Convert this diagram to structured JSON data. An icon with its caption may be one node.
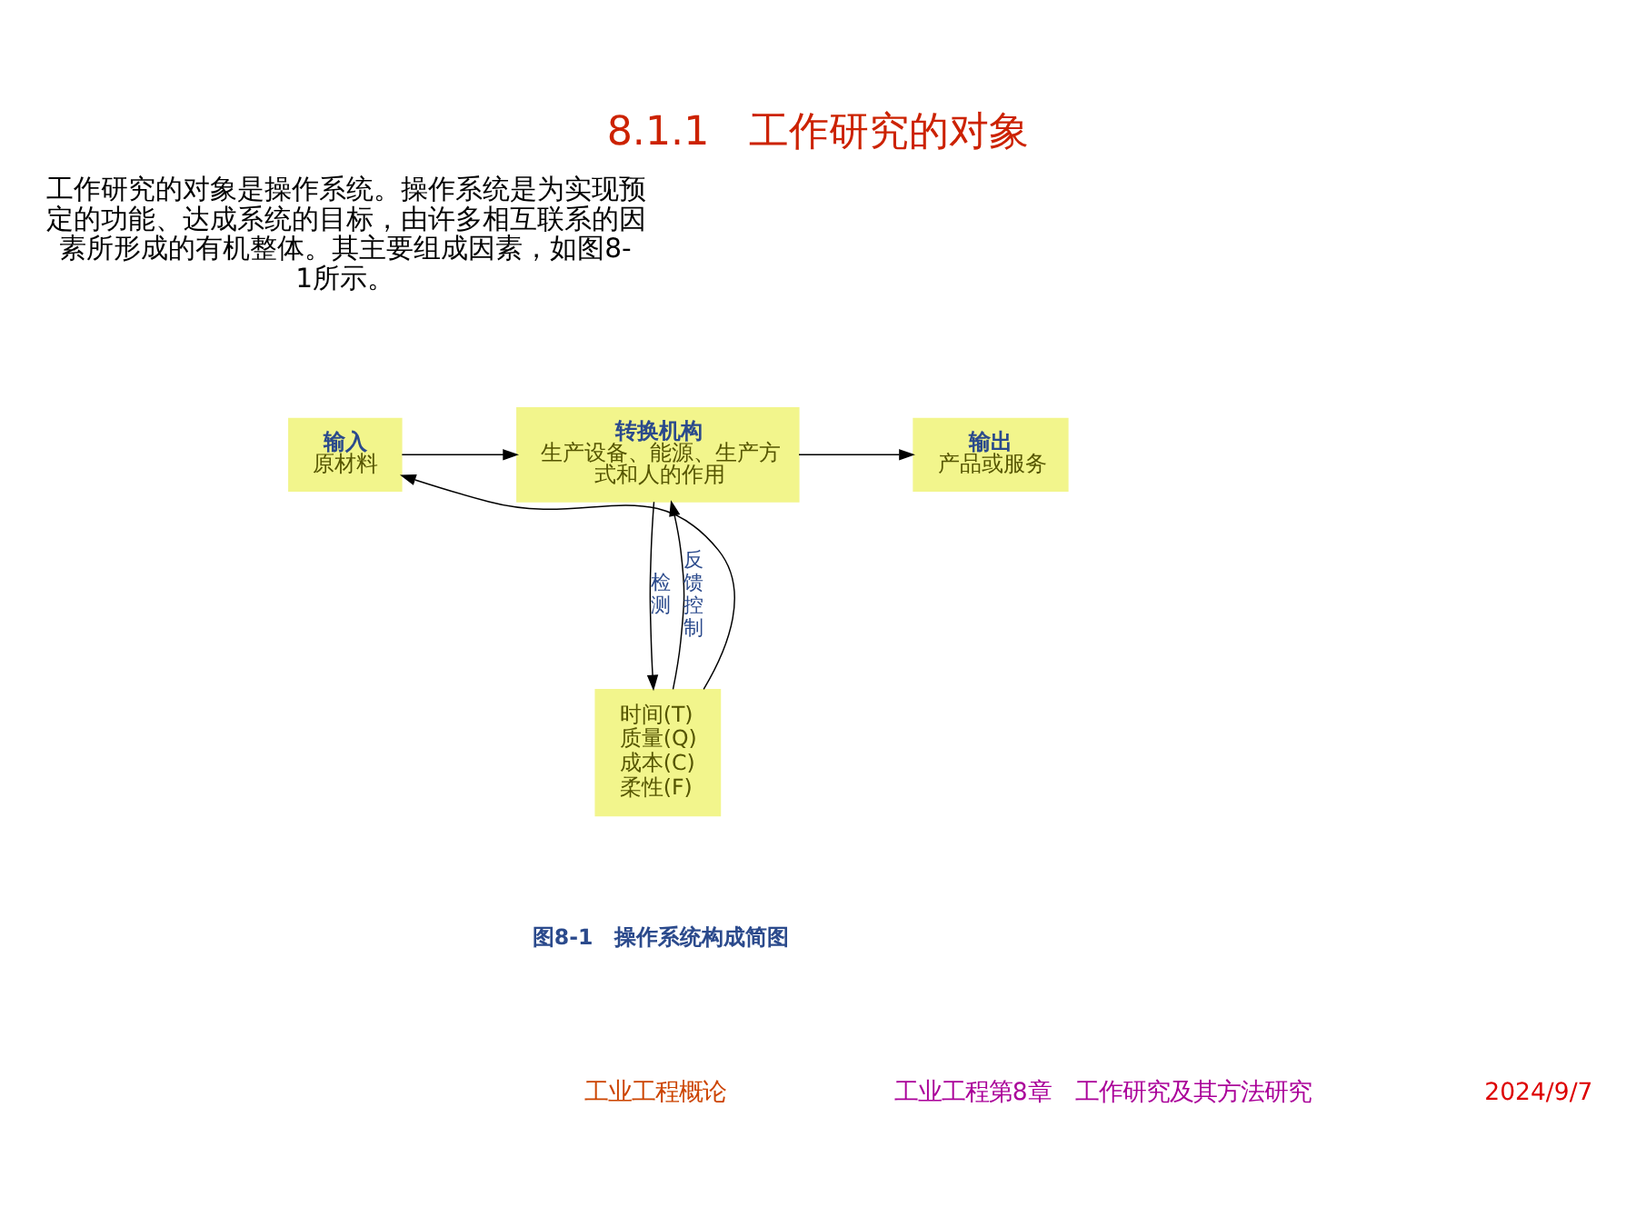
{
  "diagram": {
    "title": "8.1.1　工作研究的对象",
    "caption": "图8-1　操作系统构成简图",
    "nodes": [
      {
        "text": [
          "输入",
          "原材料"
        ]
      },
      {
        "text": [
          "转换机构",
          "生产设备、能源、生产方式和人的作用"
        ]
      },
      {
        "text": [
          "输出",
          "产品或服务"
        ]
      },
      {
        "text": [
          "时间(T) 质量(Q) 成本(C) 柔性(F)"
        ]
      }
    ],
    "edges": [
      {
        "from": 0,
        "to": 1,
        "arrow": "to"
      },
      {
        "from": 1,
        "to": 2,
        "arrow": "to"
      },
      {
        "from": 1,
        "to": 3,
        "arrow": "to",
        "label": "检测"
      },
      {
        "from": 3,
        "to": 0,
        "arrow": "to"
      },
      {
        "from": 3,
        "to": 1,
        "arrow": "to",
        "label": "反馈控制"
      }
    ],
    "labels": [
      "工作研究的对象是操作系统。操作系统是为实现预定的功能、达成系统的目标，由许多相互联系的因素所形成的有机整体。其主要组成因素，如图8-1所示。",
      "工业工程概论",
      "工业工程第8章　工作研究及其方法研究",
      "2024/9/7"
    ]
  }
}
